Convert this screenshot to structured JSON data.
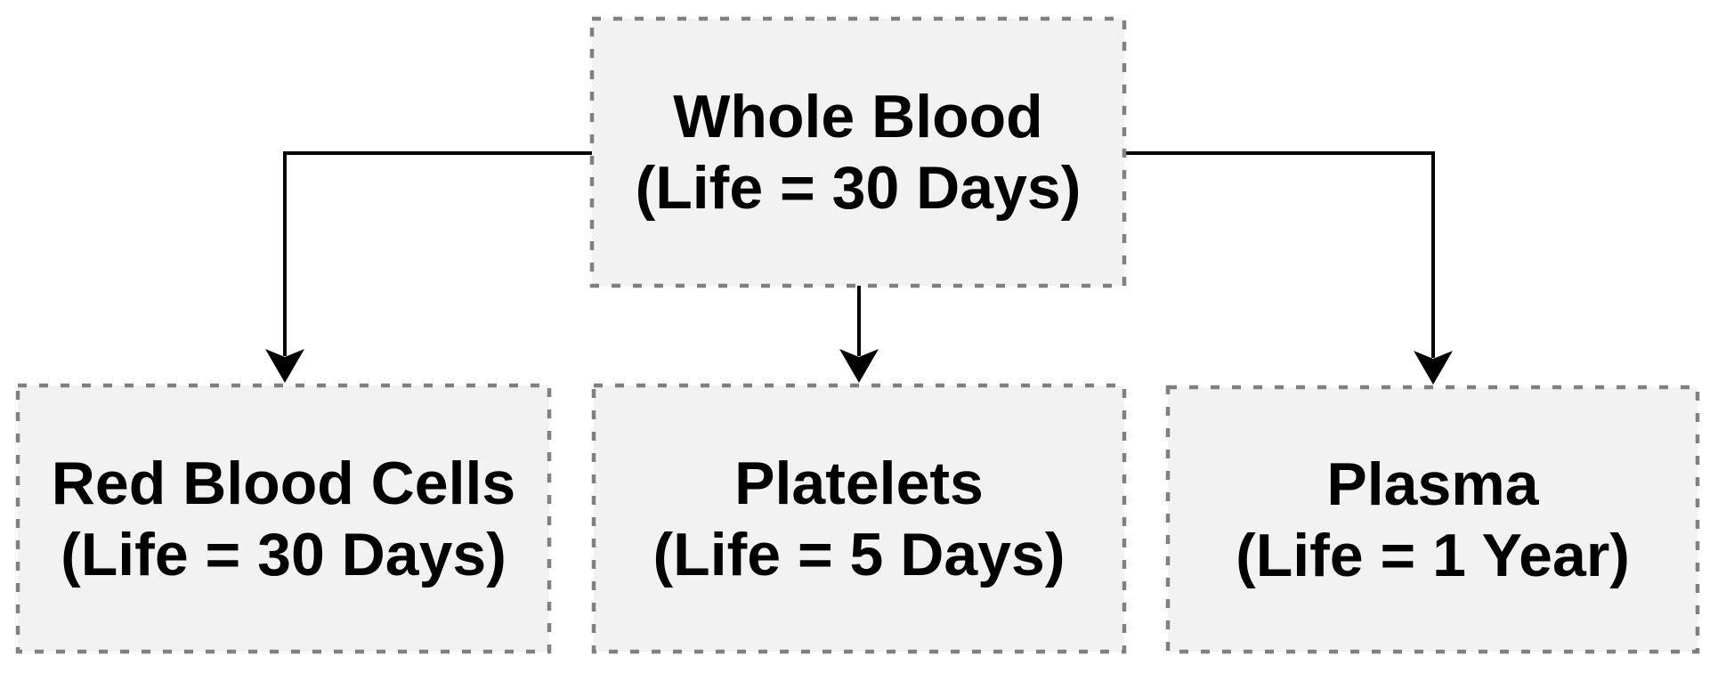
{
  "diagram": {
    "nodes": {
      "whole_blood": {
        "line1": "Whole Blood",
        "line2": "(Life = 30 Days)"
      },
      "red_blood_cells": {
        "line1": "Red Blood Cells",
        "line2": "(Life = 30 Days)"
      },
      "platelets": {
        "line1": "Platelets",
        "line2": "(Life = 5 Days)"
      },
      "plasma": {
        "line1": "Plasma",
        "line2": "(Life = 1 Year)"
      }
    },
    "edges": [
      {
        "from": "Whole Blood",
        "to": "Red Blood Cells"
      },
      {
        "from": "Whole Blood",
        "to": "Platelets"
      },
      {
        "from": "Whole Blood",
        "to": "Plasma"
      }
    ]
  },
  "colors": {
    "background": "#ffffff",
    "node_fill": "#f2f2f2",
    "node_border": "#808080",
    "connector": "#000000",
    "text": "#000000"
  }
}
